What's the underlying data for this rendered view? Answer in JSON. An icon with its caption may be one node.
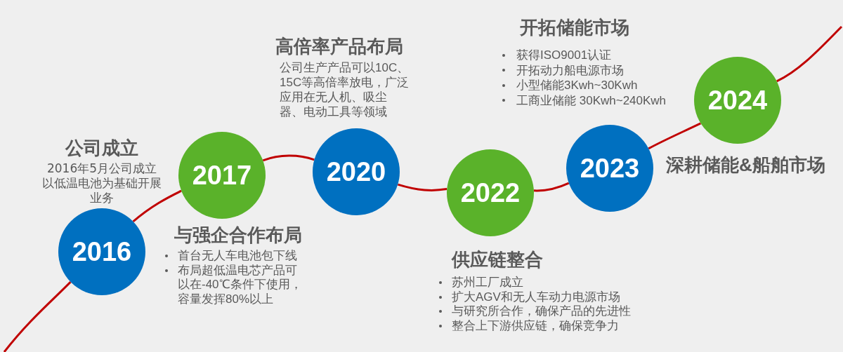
{
  "diagram": {
    "nodes": [
      {
        "text": [
          "2016"
        ],
        "beside": [
          "公司成立",
          "2016年5月公司成立以低温电池为基础开展业务"
        ]
      },
      {
        "text": [
          "2017"
        ],
        "beside": [
          "与强企合作布局",
          "首台无人车电池包下线",
          "布局超低温电芯产品可以在-40℃条件下使用，容量发挥80%以上"
        ]
      },
      {
        "text": [
          "2020"
        ],
        "beside": [
          "高倍率产品布局",
          "公司生产产品可以10C、15C等高倍率放电，广泛应用在无人机、吸尘器、电动工具等领域"
        ]
      },
      {
        "text": [
          "2022"
        ],
        "beside": [
          "供应链整合",
          "苏州工厂成立",
          "扩大AGV和无人车动力电源市场",
          "与研究所合作，确保产品的先进性",
          "整合上下游供应链，确保竞争力"
        ]
      },
      {
        "text": [
          "2023"
        ],
        "beside": [
          "开拓储能市场",
          "获得ISO9001认证",
          "开拓动力船电源市场",
          "小型储能3Kwh~30Kwh",
          "工商业储能 30Kwh~240Kwh"
        ]
      },
      {
        "text": [
          "2024"
        ],
        "beside": [
          "深耕储能&船舶市场"
        ]
      }
    ],
    "edges": [
      {
        "from": null,
        "to": 0,
        "arrow": "none"
      },
      {
        "from": 0,
        "to": 1,
        "arrow": "none"
      },
      {
        "from": 1,
        "to": 2,
        "arrow": "none"
      },
      {
        "from": 2,
        "to": 3,
        "arrow": "none"
      },
      {
        "from": 3,
        "to": 4,
        "arrow": "none"
      },
      {
        "from": 4,
        "to": 5,
        "arrow": "none"
      },
      {
        "from": 5,
        "to": null,
        "arrow": "none"
      }
    ]
  }
}
